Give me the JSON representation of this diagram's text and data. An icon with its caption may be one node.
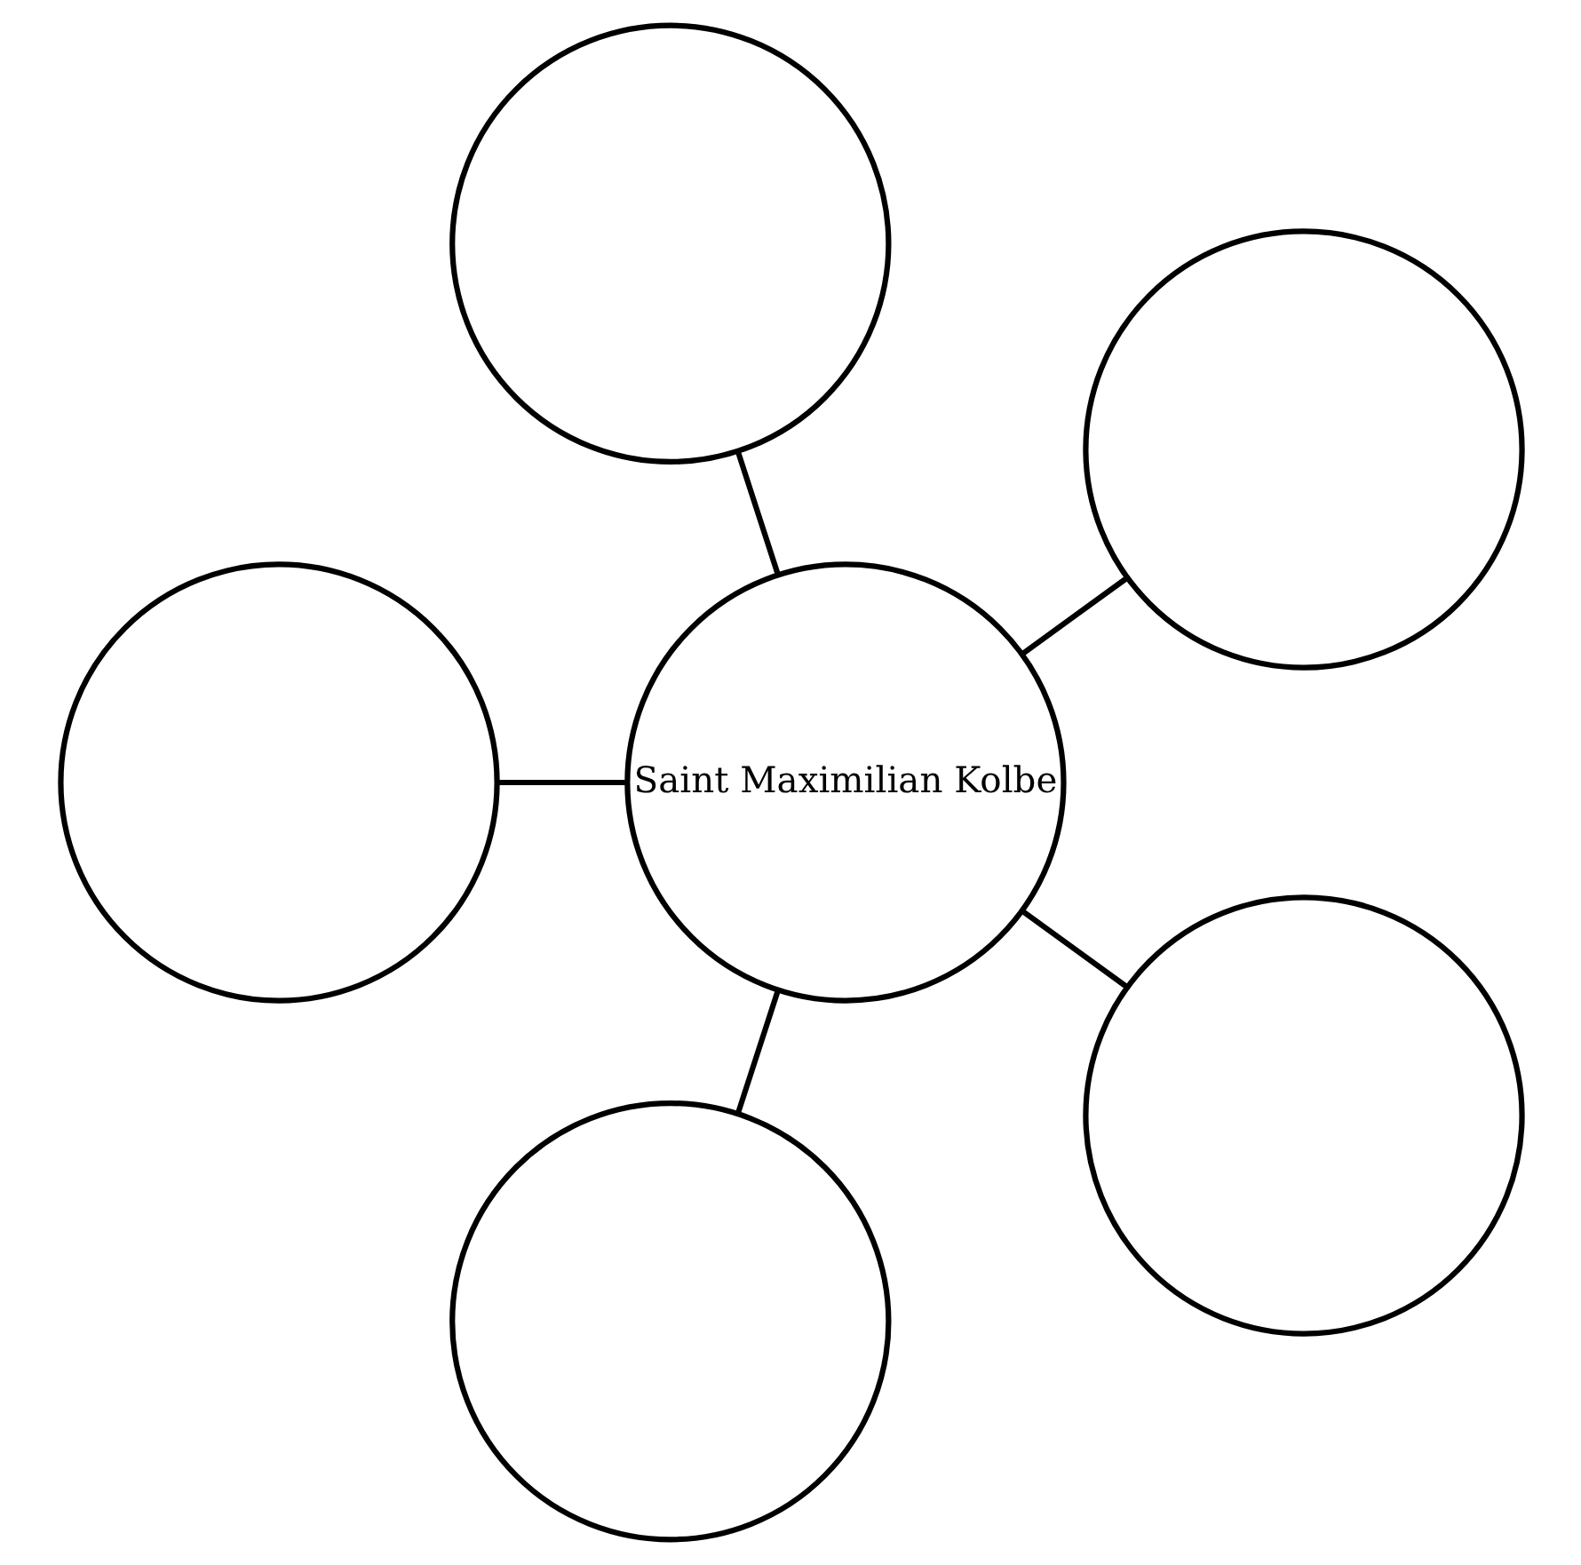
{
  "diagram": {
    "nodes": [
      {
        "text": [],
        "shape": "circle"
      },
      {
        "text": [],
        "shape": "circle"
      },
      {
        "text": [],
        "shape": "circle"
      },
      {
        "text": [
          "Saint Maximilian Kolbe"
        ]
      },
      {
        "text": [],
        "shape": "circle"
      },
      {
        "text": [],
        "shape": "circle"
      }
    ],
    "edges": [
      {
        "from": 3,
        "to": 0,
        "arrow": "none"
      },
      {
        "from": 3,
        "to": 1,
        "arrow": "none"
      },
      {
        "from": 3,
        "to": 2,
        "arrow": "none"
      },
      {
        "from": 3,
        "to": 4,
        "arrow": "none"
      },
      {
        "from": 3,
        "to": 5,
        "arrow": "none"
      }
    ]
  }
}
